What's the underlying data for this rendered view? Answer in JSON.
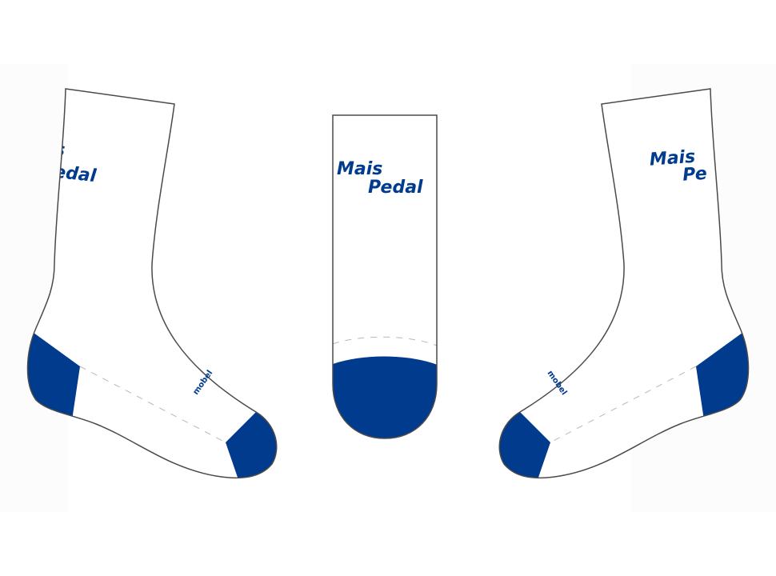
{
  "mockup": {
    "colors": {
      "background": "#ffffff",
      "sock_body": "#ffffff",
      "outline": "#4a4a4a",
      "accent_blue": "#003b8e",
      "stitch_dash": "#b8b8b8"
    },
    "views": [
      {
        "id": "left-side-view",
        "logo_visible_text": [
          "s",
          "edal"
        ],
        "brand_label": "mobel",
        "accent_zones": [
          "heel",
          "toe"
        ]
      },
      {
        "id": "front-view",
        "logo_lines": [
          "Mais",
          "Pedal"
        ],
        "accent_zones": [
          "toe"
        ]
      },
      {
        "id": "right-side-view",
        "logo_visible_text": [
          "Mais",
          "Pe"
        ],
        "brand_label": "mobel",
        "accent_zones": [
          "heel",
          "toe"
        ]
      }
    ],
    "logo": {
      "line1": "Mais",
      "line2": "Pedal"
    },
    "left_logo": {
      "line1": "s",
      "line2": "edal"
    },
    "right_logo": {
      "line1": "Mais",
      "line2": "Pe"
    },
    "brand_label": "mobel"
  }
}
